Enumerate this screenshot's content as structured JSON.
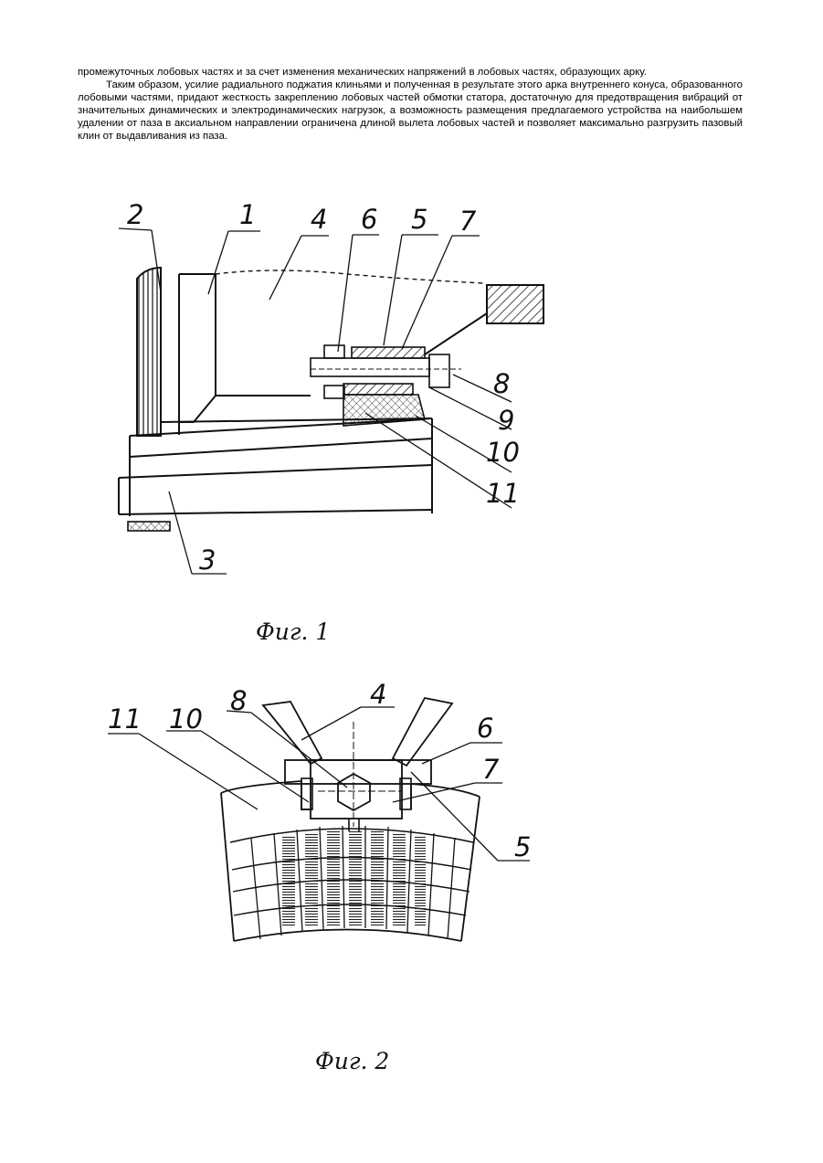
{
  "text": {
    "para1": "промежуточных лобовых частях и за счет изменения механических напряжений в лобовых частях, образующих арку.",
    "para2": "Таким образом, усилие радиального поджатия клиньями и полученная в результате этого арка внутреннего конуса, образованного лобовыми частями, придают жесткость закреплению лобовых частей обмотки статора, достаточную для предотвращения вибраций от значительных динамических и электродинамических нагрузок, а возможность размещения предлагаемого устройства на наибольшем удалении от паза в аксиальном направлении ограничена длиной вылета лобовых частей и позволяет максимально разгрузить пазовый клин от выдавливания из паза."
  },
  "figure1": {
    "caption": "Фиг. 1",
    "labels": {
      "l1": "1",
      "l2": "2",
      "l3": "3",
      "l4": "4",
      "l5": "5",
      "l6": "6",
      "l7": "7",
      "l8": "8",
      "l9": "9",
      "l10": "10",
      "l11": "11"
    }
  },
  "figure2": {
    "caption": "Фиг. 2",
    "labels": {
      "l4": "4",
      "l5": "5",
      "l6": "6",
      "l7": "7",
      "l8": "8",
      "l10": "10",
      "l11": "11"
    }
  }
}
